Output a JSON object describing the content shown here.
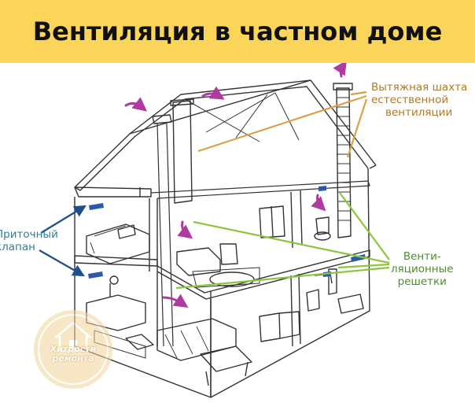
{
  "title": "Вентиляция в частном доме",
  "labels": {
    "exhaust_shaft": [
      "Вытяжная шахта",
      "естественной",
      "вентиляции"
    ],
    "vent_grilles": [
      "Венти-",
      "ляционные",
      "решетки"
    ],
    "supply_valve": [
      "Приточный",
      "клапан"
    ]
  },
  "watermark": [
    "Хитрости",
    "ремонта"
  ],
  "colors": {
    "banner": "#fbd45a",
    "airflow_arrows": "#b03aa0",
    "shaft_leader": "#d9a24a",
    "grille_leader": "#8cc63f",
    "valve_leader": "#1c4f8c",
    "house_lines": "#333333"
  }
}
